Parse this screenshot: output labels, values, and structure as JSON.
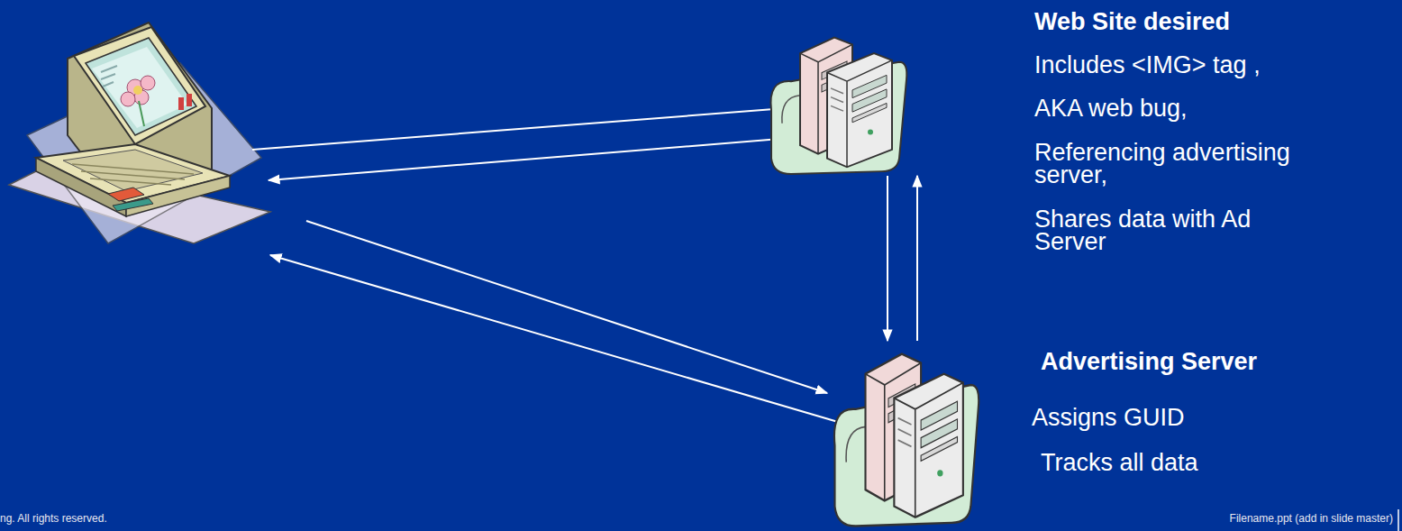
{
  "diagram": {
    "nodes": [
      {
        "text": [
          "Web Site desired",
          "Includes <IMG> tag ,",
          "AKA  web bug,",
          "Referencing advertising server,",
          "Shares data with Ad Server"
        ]
      },
      {
        "text": [
          "Advertising Server",
          "Assigns GUID",
          "Tracks all data"
        ]
      }
    ],
    "edges": [
      {
        "from": 0,
        "to": 1,
        "arrow": "to"
      },
      {
        "from": 1,
        "to": 0,
        "arrow": "to"
      }
    ],
    "labels": [
      "ng. All rights reserved.",
      "Filename.ppt (add in slide master)"
    ]
  }
}
